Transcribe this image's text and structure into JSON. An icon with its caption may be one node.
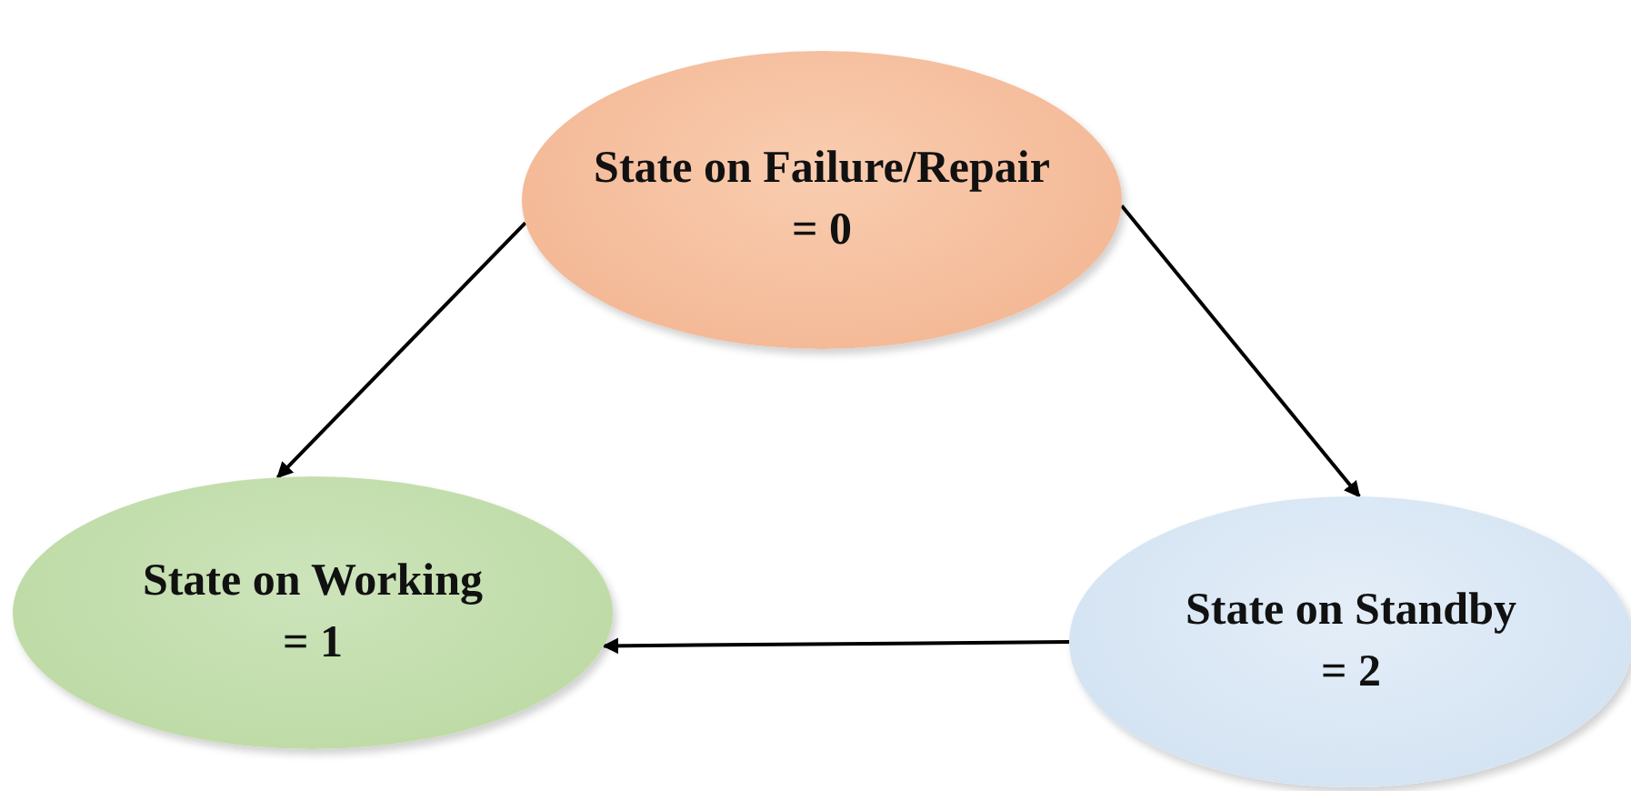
{
  "diagram": {
    "nodes": [
      {
        "text": [
          "State on Failure/Repair = 0"
        ]
      },
      {
        "text": [
          "State on Working = 1"
        ]
      },
      {
        "text": [
          "State on Standby = 2"
        ]
      }
    ],
    "edges": [
      {
        "from": 0,
        "to": 1,
        "arrow": "to"
      },
      {
        "from": 0,
        "to": 2,
        "arrow": "to"
      },
      {
        "from": 2,
        "to": 1,
        "arrow": "to"
      }
    ]
  }
}
